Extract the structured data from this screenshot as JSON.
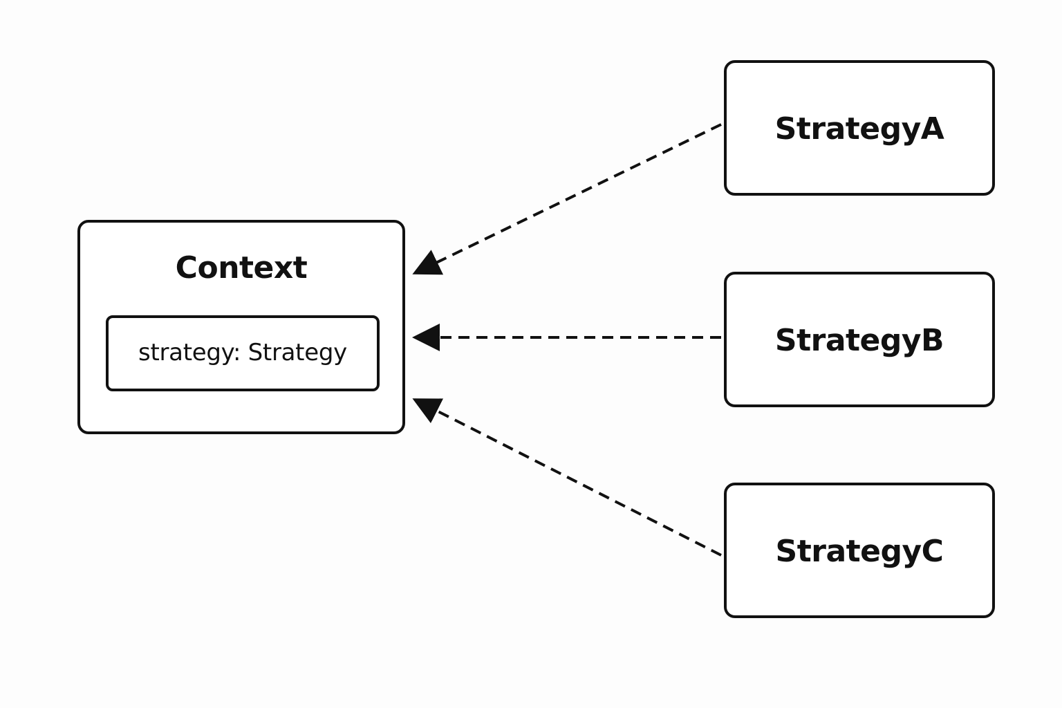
{
  "diagram": {
    "context": {
      "title": "Context",
      "attribute": "strategy: Strategy"
    },
    "strategies": [
      {
        "label": "StrategyA"
      },
      {
        "label": "StrategyB"
      },
      {
        "label": "StrategyC"
      }
    ],
    "edges": [
      {
        "from": "StrategyA",
        "to": "Context",
        "style": "dashed",
        "arrow": "filled"
      },
      {
        "from": "StrategyB",
        "to": "Context",
        "style": "dashed",
        "arrow": "filled"
      },
      {
        "from": "StrategyC",
        "to": "Context",
        "style": "dashed",
        "arrow": "filled"
      }
    ],
    "colors": {
      "stroke": "#111111",
      "background": "#ffffff"
    }
  }
}
